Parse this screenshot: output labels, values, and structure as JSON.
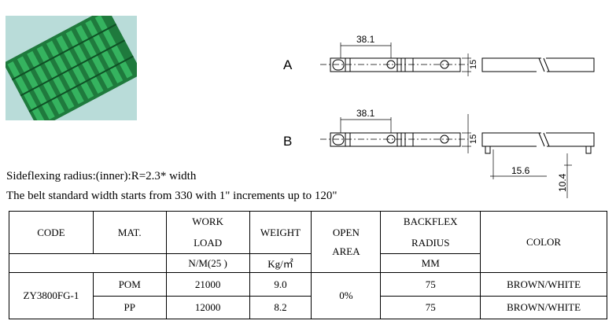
{
  "photo": {
    "alt_icon": "green-modular-belt-photo",
    "color": "#2f9a58"
  },
  "drawing": {
    "row_a": {
      "label": "A",
      "pitch": "38.1",
      "height": "15"
    },
    "row_b": {
      "label": "B",
      "pitch": "38.1",
      "height": "15",
      "side_dim": "15.6",
      "vert_dim": "10.4"
    }
  },
  "notes": {
    "line1": "Sideflexing radius:(inner):R=2.3* width",
    "line2": "The belt standard width starts from 330 with 1\"  increments up to 120\""
  },
  "table": {
    "headers": {
      "code": "CODE",
      "mat": "MAT.",
      "work_load_1": "WORK",
      "work_load_2": "LOAD",
      "work_load_unit": "N/M(25   )",
      "weight": "WEIGHT",
      "weight_unit": "Kg/㎡",
      "open_area_1": "OPEN",
      "open_area_2": "AREA",
      "backflex_1": "BACKFLEX",
      "backflex_2": "RADIUS",
      "backflex_unit": "MM",
      "color": "COLOR"
    },
    "code": "ZY3800FG-1",
    "open_area": "0%",
    "rows": [
      {
        "mat": "POM",
        "work_load": "21000",
        "weight": "9.0",
        "backflex": "75",
        "color": "BROWN/WHITE"
      },
      {
        "mat": "PP",
        "work_load": "12000",
        "weight": "8.2",
        "backflex": "75",
        "color": "BROWN/WHITE"
      }
    ]
  }
}
